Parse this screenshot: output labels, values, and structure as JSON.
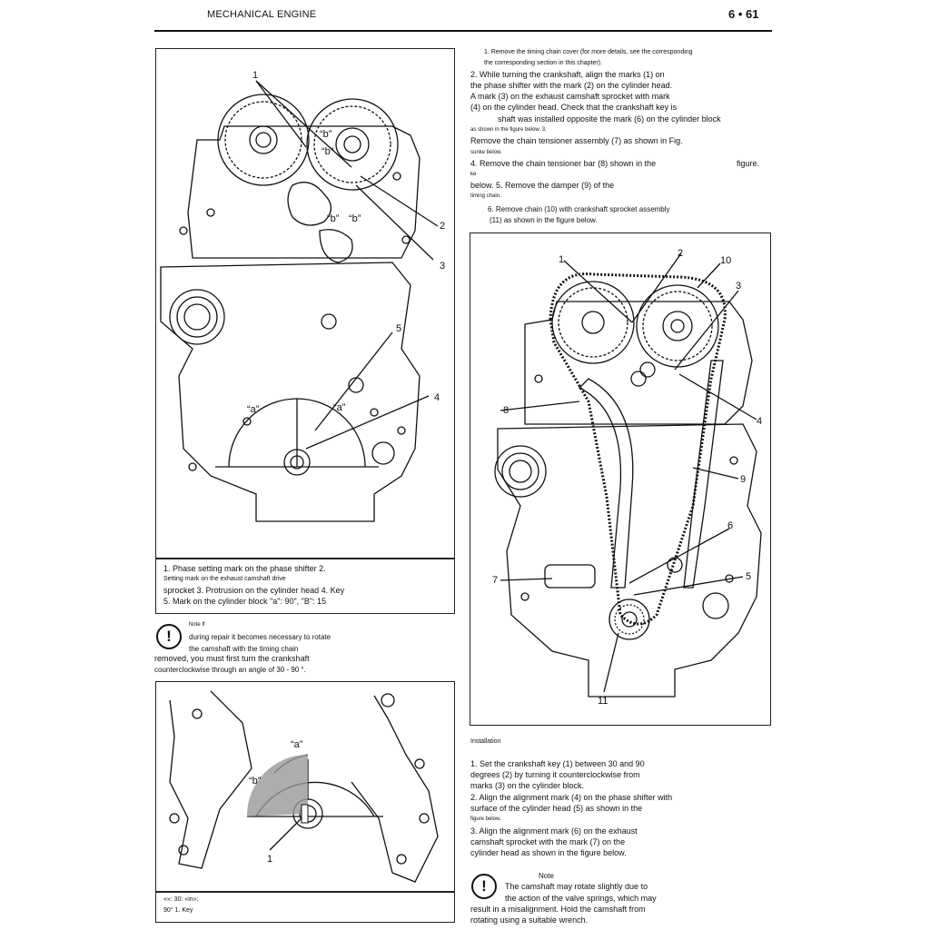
{
  "header": {
    "title": "MECHANICAL ENGINE",
    "page_number": "6 • 61"
  },
  "fig1": {
    "labels": {
      "l1": "1",
      "l2": "2",
      "l3": "3",
      "l4": "4",
      "l5": "5",
      "b1": "“b”",
      "b2": "“b”",
      "b3": "“b”",
      "b4": "“b”",
      "a1": "“a”",
      "a2": "“a”"
    },
    "caption": [
      "1. Phase setting mark on the phase shifter 2.",
      "Setting mark on the exhaust camshaft drive",
      "sprocket 3. Protrusion on the cylinder head 4. Key",
      "5. Mark on the cylinder block \"a\": 90\", \"B\": 15"
    ]
  },
  "note1": {
    "label": "Note If",
    "lines": [
      "during repair it becomes necessary to rotate",
      "the camshaft with the timing chain",
      "removed, you must first turn the crankshaft",
      "counterclockwise through an angle of 30 - 90 °."
    ]
  },
  "fig3": {
    "labels": {
      "a": "“a”",
      "b": "“b”",
      "one": "1"
    },
    "caption": [
      "«»: 30: «in»:",
      "90° 1. Key"
    ]
  },
  "instructions": [
    "1. Remove the timing chain cover (for more details, see the corresponding",
    "the corresponding section in this chapter).",
    "2. While turning the crankshaft, align the marks (1) on",
    "the phase shifter with the mark (2) on the cylinder head.",
    "A mark (3) on the exhaust camshaft sprocket with mark",
    "(4) on the cylinder head. Check that the crankshaft key is",
    "shaft was installed opposite the mark (6) on the cylinder block",
    "as shown in the figure below. 3.",
    "Remove the chain tensioner assembly (7) as shown in Fig.",
    "sunke below.",
    "4. Remove the chain tensioner bar (8) shown in the",
    "figure.",
    "ke",
    "below. 5. Remove the damper (9) of the",
    "timing chain.",
    "6. Remove chain (10) with crankshaft sprocket assembly",
    "(11) as shown in the figure below."
  ],
  "fig2": {
    "labels": {
      "n1": "1",
      "n2": "2",
      "n3": "3",
      "n4": "4",
      "n5": "5",
      "n6": "6",
      "n7": "7",
      "n8": "8",
      "n9": "9",
      "n10": "10",
      "n11": "11"
    }
  },
  "installation": {
    "heading": "Installation",
    "lines": [
      "1. Set the crankshaft key (1) between 30 and 90",
      "degrees (2) by turning it counterclockwise from",
      "marks (3) on the cylinder block.",
      "2. Align the alignment mark (4) on the phase shifter with",
      "surface of the cylinder head (5) as shown in the",
      "figure below.",
      "3. Align the alignment mark (6) on the exhaust",
      "camshaft sprocket with the mark (7) on the",
      "cylinder head as shown in the figure below."
    ]
  },
  "note2": {
    "label": "Note",
    "lines": [
      "The camshaft may rotate slightly due to",
      "the action of the valve springs, which may",
      "result in a misalignment. Hold the camshaft from",
      "rotating using a suitable wrench."
    ]
  }
}
